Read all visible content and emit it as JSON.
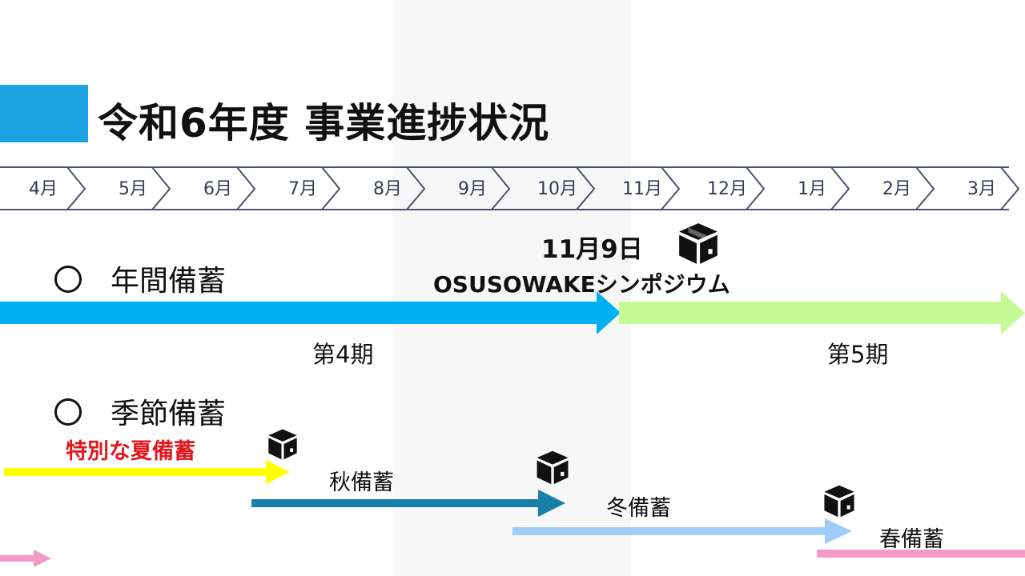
{
  "title": "令和6年度 事業進捗状況",
  "months": [
    "4月",
    "5月",
    "6月",
    "7月",
    "8月",
    "9月",
    "10月",
    "11月",
    "12月",
    "1月",
    "2月",
    "3月"
  ],
  "annual": {
    "heading": "年間備蓄",
    "event_date": "11月9日",
    "event_name": "OSUSOWAKEシンポジウム",
    "period_4": "第4期",
    "period_5": "第5期"
  },
  "seasonal": {
    "heading": "季節備蓄",
    "special_summer": "特別な夏備蓄",
    "autumn": "秋備蓄",
    "winter": "冬備蓄",
    "spring": "春備蓄"
  },
  "colors": {
    "title_accent": "#1aa3e0",
    "period_4_arrow": "#00b0f0",
    "period_5_arrow": "#c6fa94",
    "summer_arrow": "#ffff00",
    "autumn_arrow": "#1a7fa8",
    "winter_arrow": "#9dcdf8",
    "spring_arrow": "#f39ac9",
    "special_text": "#e3171f"
  },
  "icons": [
    "package-box-icon"
  ]
}
